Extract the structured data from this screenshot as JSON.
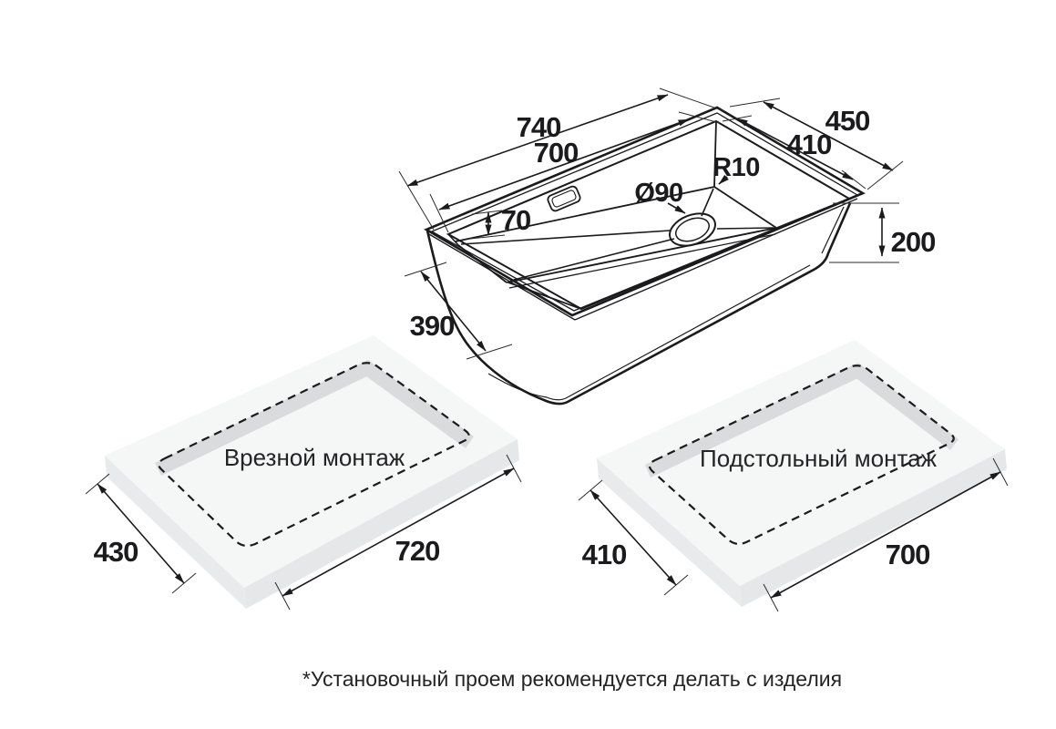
{
  "drawing": {
    "sink": {
      "dim_length_outer": "740",
      "dim_length_inner": "700",
      "dim_width_outer": "450",
      "dim_width_inner": "410",
      "dim_back_ledge": "70",
      "dim_corner_radius": "R10",
      "dim_drain_diameter": "Ø90",
      "dim_depth": "200",
      "dim_bottom_width": "390"
    },
    "mount_flush": {
      "label": "Врезной монтаж",
      "dim_width": "430",
      "dim_length": "720"
    },
    "mount_under": {
      "label": "Подстольный монтаж",
      "dim_width": "410",
      "dim_length": "700"
    },
    "footnote": "*Установочный проем рекомендуется делать с изделия",
    "colors": {
      "line": "#1b1b1d",
      "slab_top": "#f5f6f6",
      "slab_side": "#e9eaeb",
      "cutout_wall": "#dadbdc"
    }
  }
}
